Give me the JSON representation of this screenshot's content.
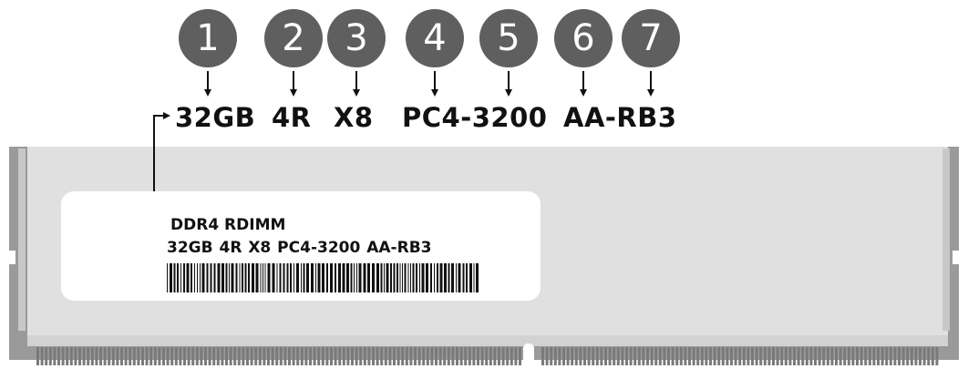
{
  "badges": [
    "1",
    "2",
    "3",
    "4",
    "5",
    "6",
    "7"
  ],
  "code_parts": [
    "32GB",
    "4R",
    "X8",
    "PC4-3200",
    "AA-RB3"
  ],
  "label": {
    "line1": "DDR4 RDIMM",
    "line2": "32GB 4R  X8 PC4-3200 AA-RB3"
  },
  "colors": {
    "badge_fill": "#5f5f5f",
    "module_body": "#e0e0e0",
    "module_edge": "#8a8a8a",
    "label_bg": "#ffffff",
    "text": "#111111"
  }
}
